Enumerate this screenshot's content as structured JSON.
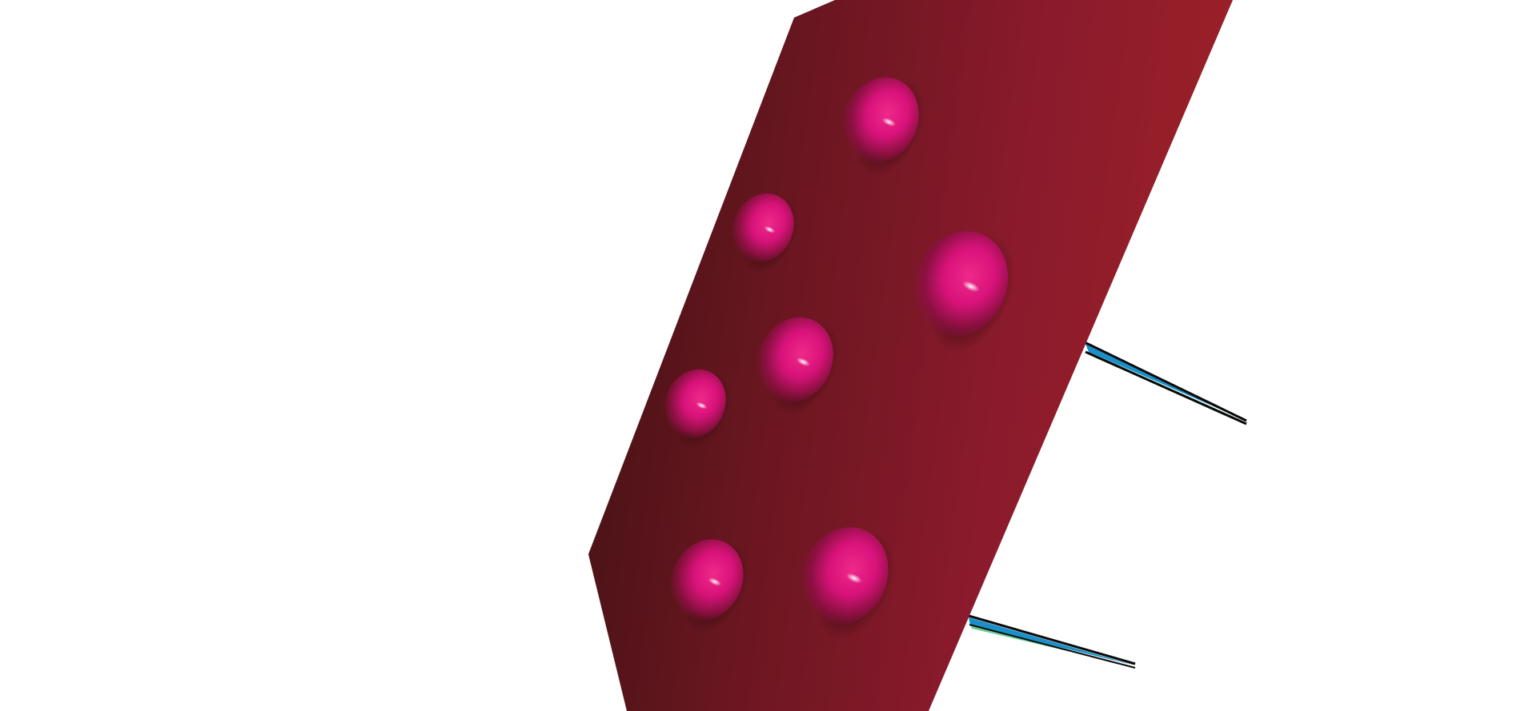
{
  "scene": {
    "background_color": "#ffffff",
    "surface": {
      "name": "rendered-3d-surface",
      "gradient_colors": [
        "#3f1212",
        "#6a1620",
        "#8a1a2c",
        "#9a2028"
      ],
      "bump_color": "#e0157a",
      "bump_highlight": "#ffffff",
      "bump_shadow": "#1a0508",
      "bump_count": 8
    },
    "spikes": {
      "count": 2,
      "colors": [
        "#0a0a0a",
        "#1a8fc9",
        "#2fb86a"
      ]
    }
  }
}
